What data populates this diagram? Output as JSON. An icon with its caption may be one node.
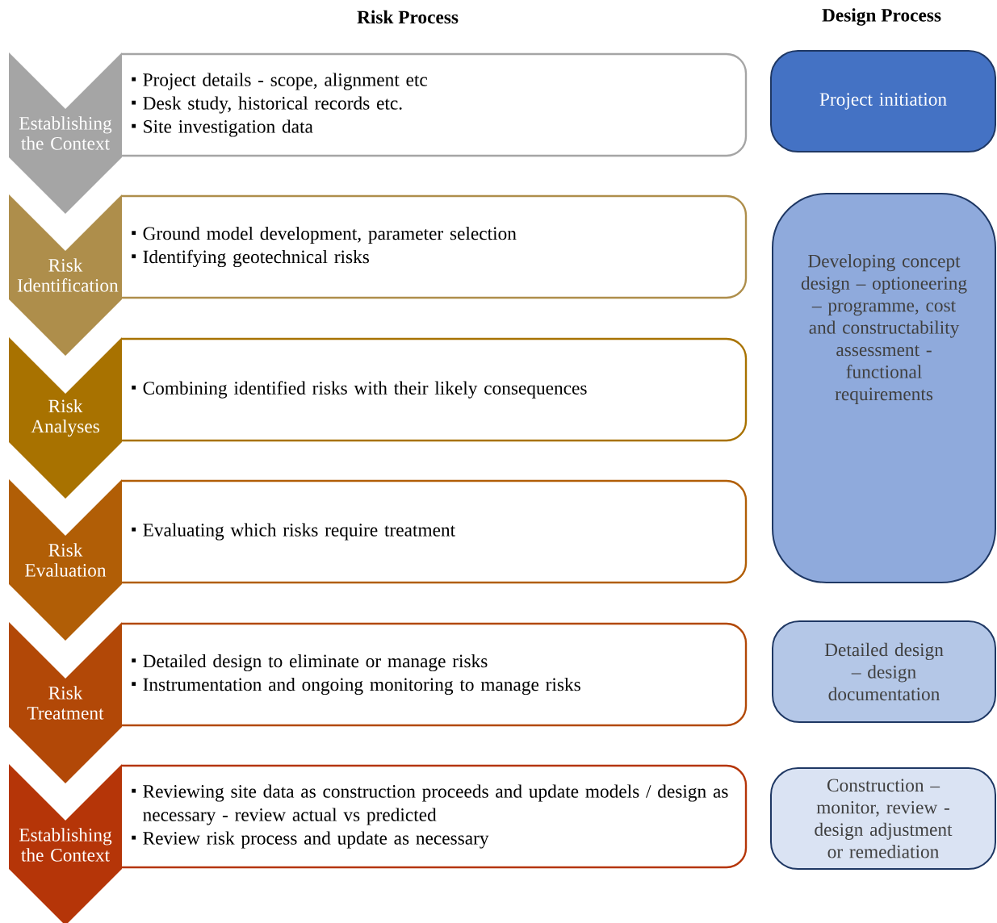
{
  "diagram": {
    "nodes": [
      {
        "text": [
          "Establishing the Context"
        ]
      },
      {
        "text": [
          "Project details - scope, alignment etc",
          "Desk study, historical records etc.",
          "Site investigation data"
        ]
      },
      {
        "text": [
          "Risk Identification"
        ]
      },
      {
        "text": [
          "Ground model development, parameter selection",
          "Identifying geotechnical risks"
        ]
      },
      {
        "text": [
          "Risk Analyses"
        ]
      },
      {
        "text": [
          "Combining identified risks with their likely consequences"
        ]
      },
      {
        "text": [
          "Risk Evaluation"
        ]
      },
      {
        "text": [
          "Evaluating which risks require treatment"
        ]
      },
      {
        "text": [
          "Risk Treatment"
        ]
      },
      {
        "text": [
          "Detailed design to eliminate or manage risks",
          "Instrumentation and ongoing monitoring to manage risks"
        ]
      },
      {
        "text": [
          "Establishing the Context"
        ]
      },
      {
        "text": [
          "Reviewing site data as construction proceeds and update models / design as necessary - review actual vs predicted",
          "Review risk process and update as necessary"
        ]
      },
      {
        "text": [
          "Project initiation"
        ]
      },
      {
        "text": [
          "Developing concept design – optioneering – programme, cost and constructability assessment - functional requirements"
        ]
      },
      {
        "text": [
          "Detailed design – design documentation"
        ]
      },
      {
        "text": [
          "Construction – monitor, review - design adjustment or remediation"
        ]
      }
    ],
    "labels": [
      "Risk Process",
      "Design Process"
    ]
  }
}
